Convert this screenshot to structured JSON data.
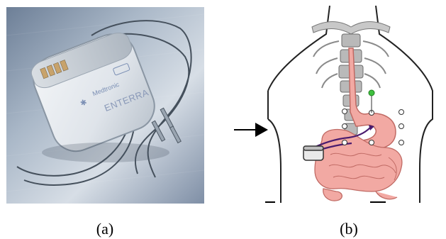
{
  "panels": [
    {
      "id": "a",
      "caption": "(a)",
      "device": {
        "brand_text": "Medtronic",
        "product_text": "ENTERRA"
      }
    },
    {
      "id": "b",
      "caption": "(b)"
    }
  ]
}
